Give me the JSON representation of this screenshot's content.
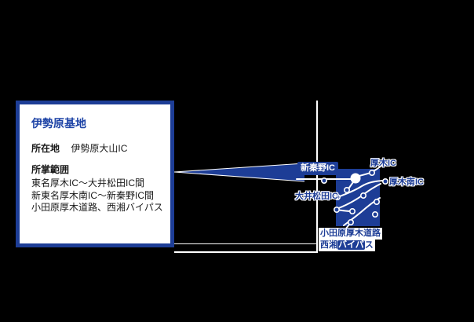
{
  "colors": {
    "accent_blue": "#1d3d96",
    "title_blue": "#1d43a6",
    "road_white": "#ffffff",
    "page_bg": "#000000"
  },
  "info_box": {
    "title": "伊勢原基地",
    "location_label": "所在地",
    "location_value": "伊勢原大山IC",
    "scope_label": "所掌範囲",
    "scope_lines": [
      "東名厚木IC〜大井松田IC間",
      "新東名厚木南IC〜新秦野IC間",
      "小田原厚木道路、西湘バイパス"
    ]
  },
  "map": {
    "labels": {
      "shin_hadano": "新秦野IC",
      "atsugi": "厚木IC",
      "atsugi_minami": "厚木南IC",
      "oi_matsuda": "大井松田IC",
      "odawara_atsugi": "小田原厚木道路",
      "seisho_1": "西湘",
      "seisho_2": "バイパ",
      "seisho_3": "ス"
    }
  }
}
